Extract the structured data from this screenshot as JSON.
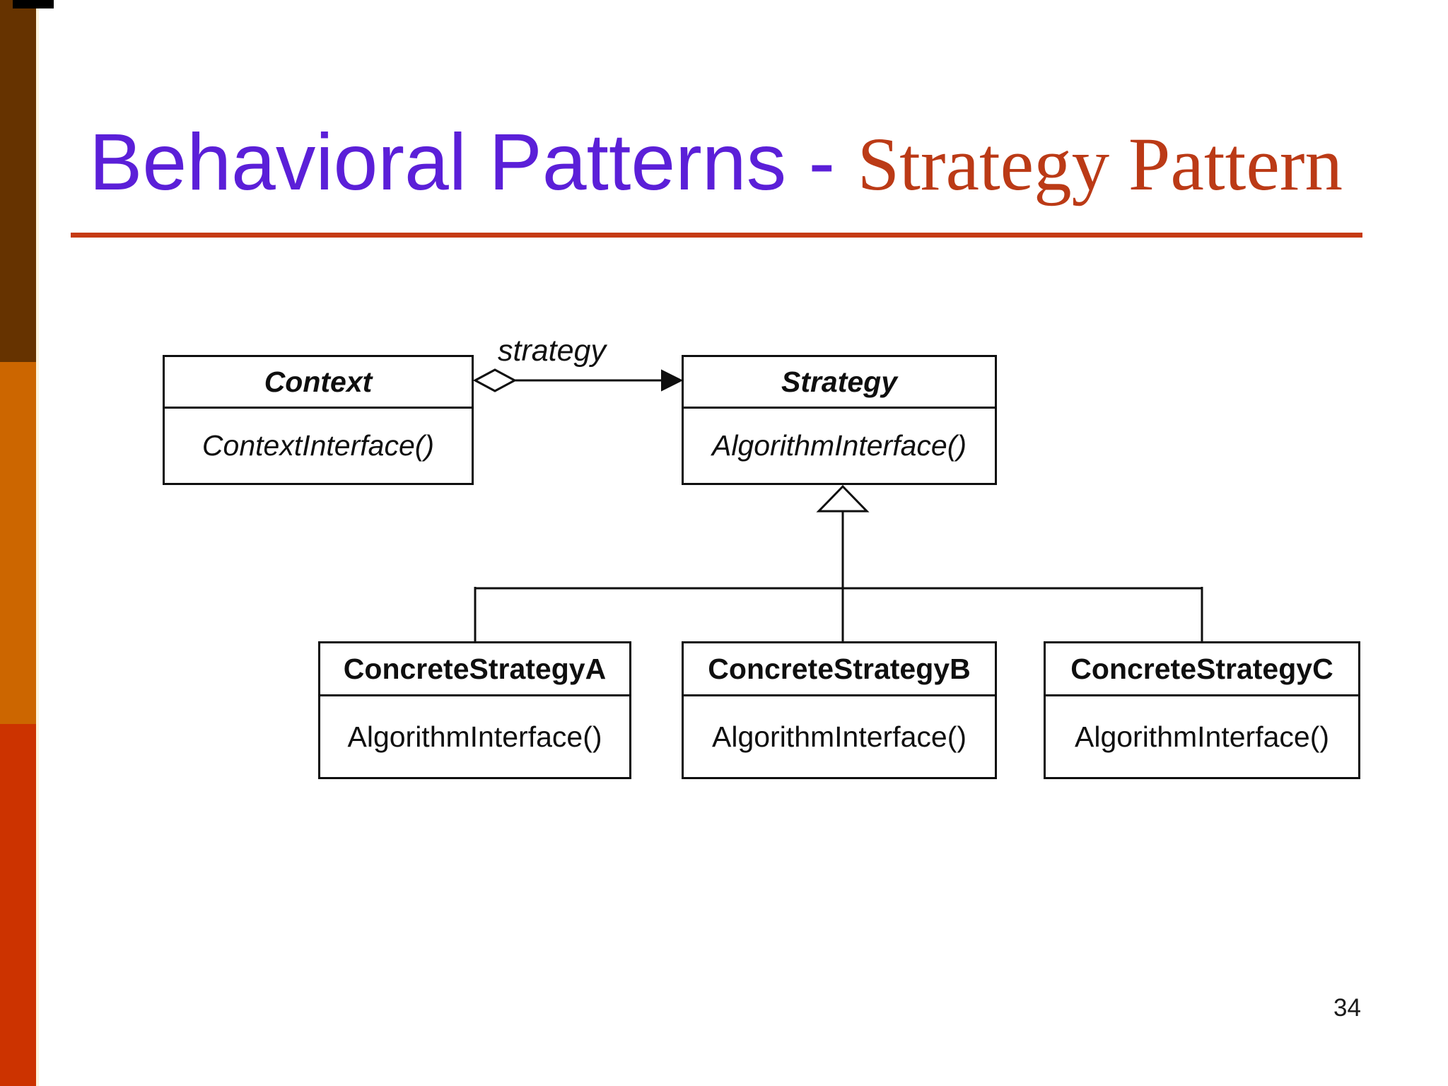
{
  "slide": {
    "title": {
      "primary": "Behavioral Patterns - ",
      "secondary": "Strategy Pattern"
    },
    "page_number": "34"
  },
  "colors": {
    "title_primary": "#5B1FD8",
    "title_secondary": "#BB3A16",
    "underline": "#C63A12",
    "sidebar_brown": "#663300",
    "sidebar_orange": "#CC6600",
    "sidebar_red": "#CC3300"
  },
  "diagram": {
    "association_label": "strategy",
    "classes": [
      {
        "id": "context",
        "name": "Context",
        "method": "ContextInterface()",
        "abstract": true
      },
      {
        "id": "strategy",
        "name": "Strategy",
        "method": "AlgorithmInterface()",
        "abstract": true
      },
      {
        "id": "concrete-a",
        "name": "ConcreteStrategyA",
        "method": "AlgorithmInterface()",
        "abstract": false
      },
      {
        "id": "concrete-b",
        "name": "ConcreteStrategyB",
        "method": "AlgorithmInterface()",
        "abstract": false
      },
      {
        "id": "concrete-c",
        "name": "ConcreteStrategyC",
        "method": "AlgorithmInterface()",
        "abstract": false
      }
    ]
  }
}
